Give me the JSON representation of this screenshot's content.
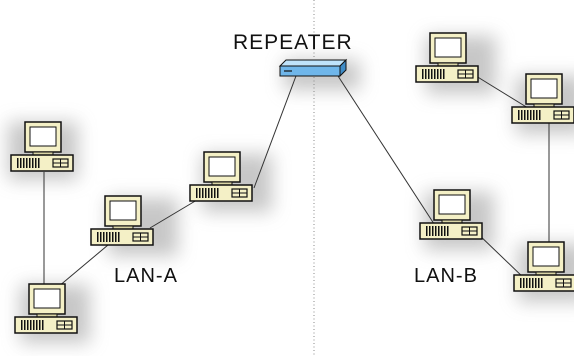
{
  "labels": {
    "repeater": "REPEATER",
    "lan_a": "LAN-A",
    "lan_b": "LAN-B"
  },
  "colors": {
    "repeater_fill": "#6fb6ea",
    "computer_body": "#f4f0c6",
    "outline": "#111111",
    "divider": "#8a8a8a",
    "shadow": "#9a9a9a"
  },
  "icons": {
    "computer": "desktop-computer-icon",
    "repeater": "repeater-device-icon"
  }
}
